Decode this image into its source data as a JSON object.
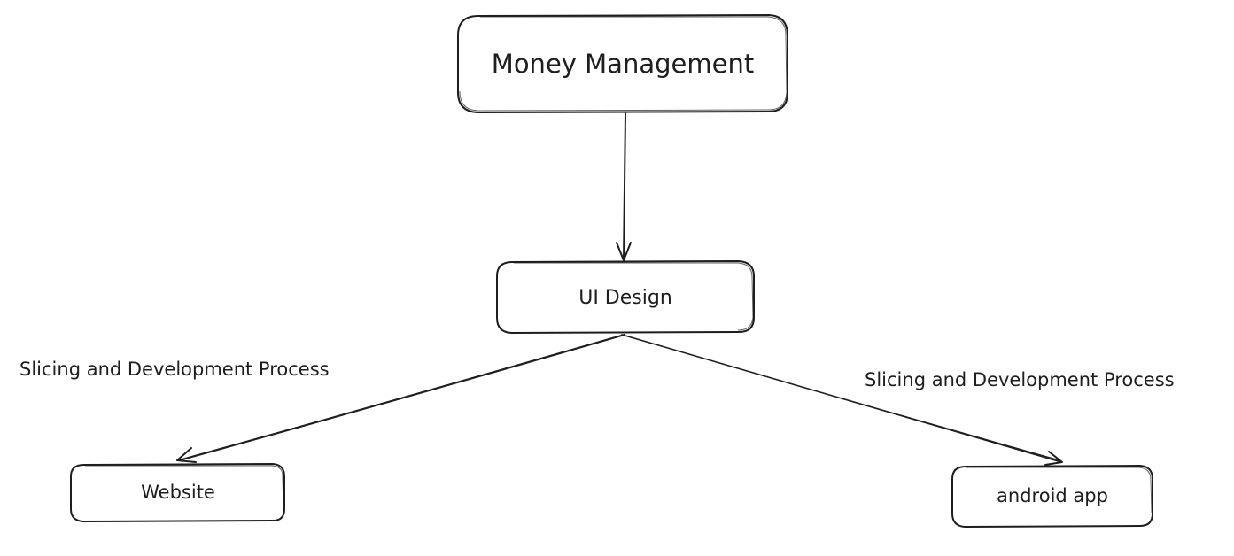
{
  "nodes": {
    "money_management": "Money Management",
    "ui_design": "UI Design",
    "website": "Website",
    "android_app": "android app"
  },
  "edge_labels": {
    "to_website": "Slicing and Development Process",
    "to_android": "Slicing and Development Process"
  },
  "colors": {
    "stroke": "#1e1e1e",
    "background": "#ffffff"
  }
}
